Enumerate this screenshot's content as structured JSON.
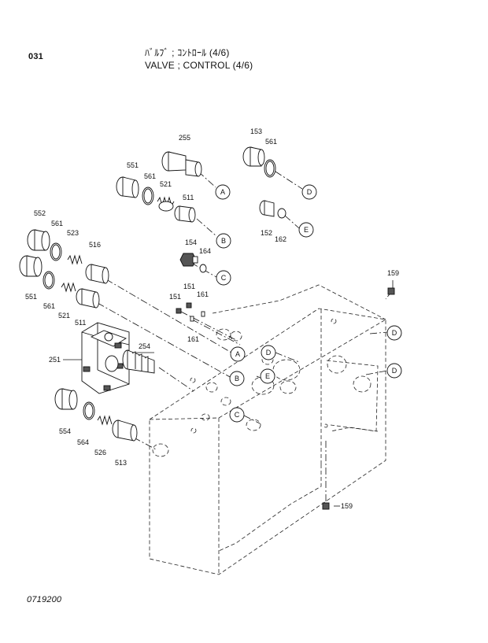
{
  "header": {
    "page_no": "031",
    "title_jp": "ﾊﾞﾙﾌﾞ ; ｺﾝﾄﾛｰﾙ (4/6)",
    "title_en": "VALVE ; CONTROL (4/6)"
  },
  "footer": {
    "code": "0719200"
  },
  "labels": {
    "p255": "255",
    "p153": "153",
    "p561a": "561",
    "p551a": "551",
    "p561b": "561",
    "p521a": "521",
    "p511a": "511",
    "p152": "152",
    "p162": "162",
    "p552": "552",
    "p561c": "561",
    "p523": "523",
    "p516": "516",
    "p154": "154",
    "p164": "164",
    "p551b": "551",
    "p561d": "561",
    "p521b": "521",
    "p511b": "511",
    "p151a": "151",
    "p151b": "151",
    "p161a": "161",
    "p161b": "161",
    "p254": "254",
    "p251": "251",
    "p159a": "159",
    "p159b": "159",
    "p554": "554",
    "p564": "564",
    "p526": "526",
    "p513": "513"
  },
  "callouts": {
    "A1": "A",
    "B1": "B",
    "C1": "C",
    "D1": "D",
    "E1": "E",
    "A2": "A",
    "D2": "D",
    "B2": "B",
    "E2": "E",
    "C2": "C",
    "D3": "D",
    "D4": "D"
  }
}
